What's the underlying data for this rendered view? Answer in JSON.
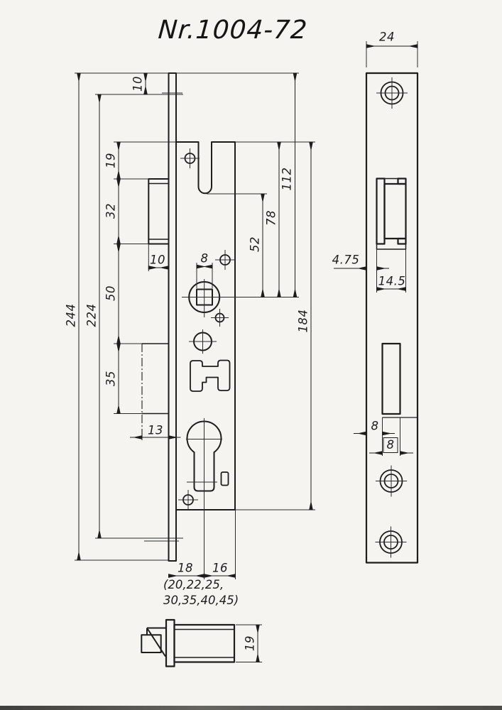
{
  "title": "Nr.1004-72",
  "colors": {
    "ink": "#1d1d1c",
    "paper": "#f5f4f1"
  },
  "dims": {
    "total_plate_height": "244",
    "inner_height": "224",
    "top_offset": "10",
    "case_top_to_latch": "19",
    "latch_height": "32",
    "latch_width": "10",
    "latch_to_bolt": "50",
    "bolt_height": "35",
    "bolt_depth": "13",
    "spindle_square": "8",
    "notch_to_spindle": "52",
    "case_top_to_spindle": "78",
    "plate_top_to_spindle": "112",
    "case_height": "184",
    "backset": "18",
    "behind_spindle": "16",
    "backset_options_1": "(20,22,25,",
    "backset_options_2": "30,35,40,45)",
    "plate_width": "24",
    "edge_margin": "4.75",
    "latch_opening_width": "14.5",
    "bolt_edge_margin": "8",
    "bolt_opening_width": "8",
    "case_depth": "19"
  }
}
